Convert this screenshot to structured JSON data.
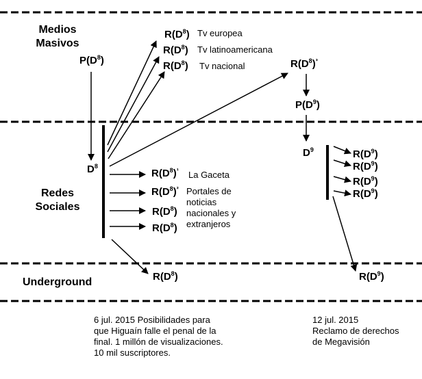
{
  "bands": {
    "top_line1": "Medios",
    "top_line2": "Masivos",
    "mid_line1": "Redes",
    "mid_line2": "Sociales",
    "bottom": "Underground"
  },
  "nodes": {
    "r": "R(D",
    "p": "P(D",
    "d": "D",
    "close": ")",
    "sup8": "8",
    "sup9": "9",
    "sup8_1": "8",
    "sup8_2": "8",
    "sup8_3": "8",
    "mark1": "¹",
    "mark2": "²",
    "mark3": "³"
  },
  "labels": {
    "tv_europea": "Tv europea",
    "tv_latinoamericana": "Tv latinoamericana",
    "tv_nacional": "Tv nacional",
    "la_gaceta": "La Gaceta",
    "portales_1": "Portales de",
    "portales_2": "noticias",
    "portales_3": "nacionales y",
    "portales_4": "extranjeros"
  },
  "notes": {
    "left_1": "6 jul. 2015  Posibilidades para",
    "left_2": "que Higuaín falle el penal de la",
    "left_3": "final. 1 millón de visualizaciones.",
    "left_4": "10 mil suscriptores.",
    "right_1": "12 jul. 2015",
    "right_2": "Reclamo de derechos",
    "right_3": "de Megavisión"
  }
}
